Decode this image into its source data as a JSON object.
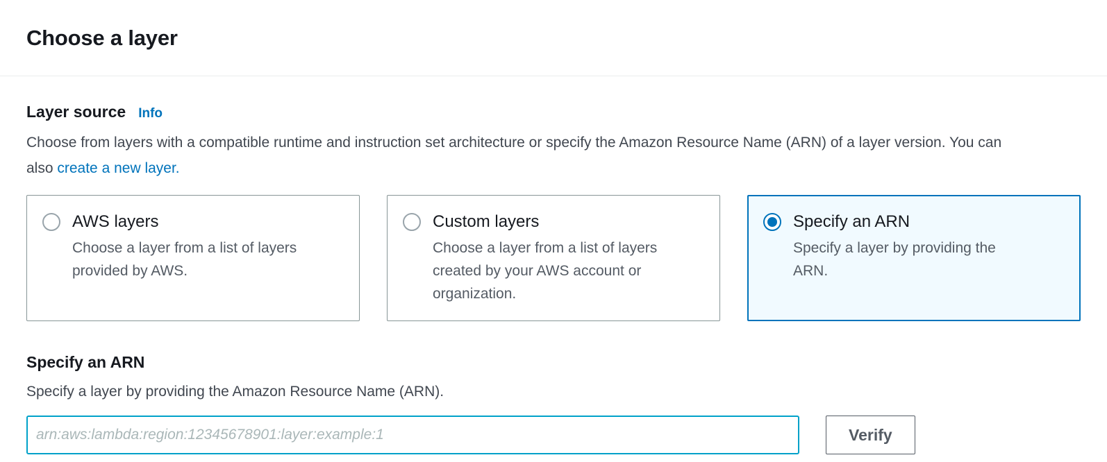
{
  "header": {
    "title": "Choose a layer"
  },
  "layer_source": {
    "label": "Layer source",
    "info_link": "Info",
    "description": "Choose from layers with a compatible runtime and instruction set architecture or specify the Amazon Resource Name (ARN) of a layer version. You can also",
    "create_link": "create a new layer.",
    "options": [
      {
        "title": "AWS layers",
        "description": "Choose a layer from a list of layers provided by AWS.",
        "selected": false
      },
      {
        "title": "Custom layers",
        "description": "Choose a layer from a list of layers created by your AWS account or organization.",
        "selected": false
      },
      {
        "title": "Specify an ARN",
        "description": "Specify a layer by providing the ARN.",
        "selected": true
      }
    ]
  },
  "arn": {
    "label": "Specify an ARN",
    "description": "Specify a layer by providing the Amazon Resource Name (ARN).",
    "placeholder": "arn:aws:lambda:region:12345678901:layer:example:1",
    "value": "",
    "verify_label": "Verify"
  },
  "colors": {
    "link_blue": "#0073bb",
    "selected_border": "#0073bb",
    "selected_background": "#f1faff",
    "input_focus_border": "#00a1c9",
    "text_primary": "#16191f",
    "text_secondary": "#545b64"
  }
}
